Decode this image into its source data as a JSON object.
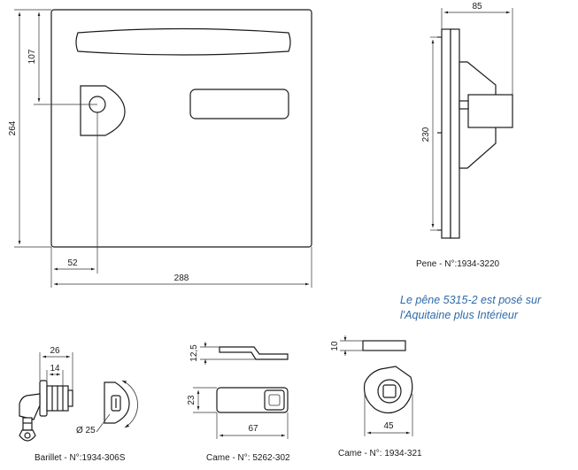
{
  "colors": {
    "line": "#1a1a1a",
    "note_text": "#2e6aa8",
    "background": "#ffffff"
  },
  "mailbox_front": {
    "dimensions": {
      "height": "264",
      "door_to_lock": "107",
      "lock_offset": "52",
      "width": "288"
    }
  },
  "latch": {
    "dimensions": {
      "width": "85",
      "height": "230"
    },
    "caption": "Pene - N°:1934-3220"
  },
  "note": {
    "line1": "Le pêne 5315-2 est posé sur",
    "line2": "l'Aquitaine plus Intérieur"
  },
  "barrel": {
    "dimensions": {
      "overall": "26",
      "body": "14",
      "diameter": "Ø 25"
    },
    "caption": "Barillet - N°:1934-306S",
    "icons": [
      "key-icon",
      "rotation-arrow-icon"
    ]
  },
  "cam_5262": {
    "dimensions": {
      "thickness": "12,5",
      "height": "23",
      "length": "67"
    },
    "caption": "Came - N°: 5262-302"
  },
  "cam_1934": {
    "dimensions": {
      "thickness": "10",
      "width": "45"
    },
    "caption": "Came - N°: 1934-321"
  }
}
